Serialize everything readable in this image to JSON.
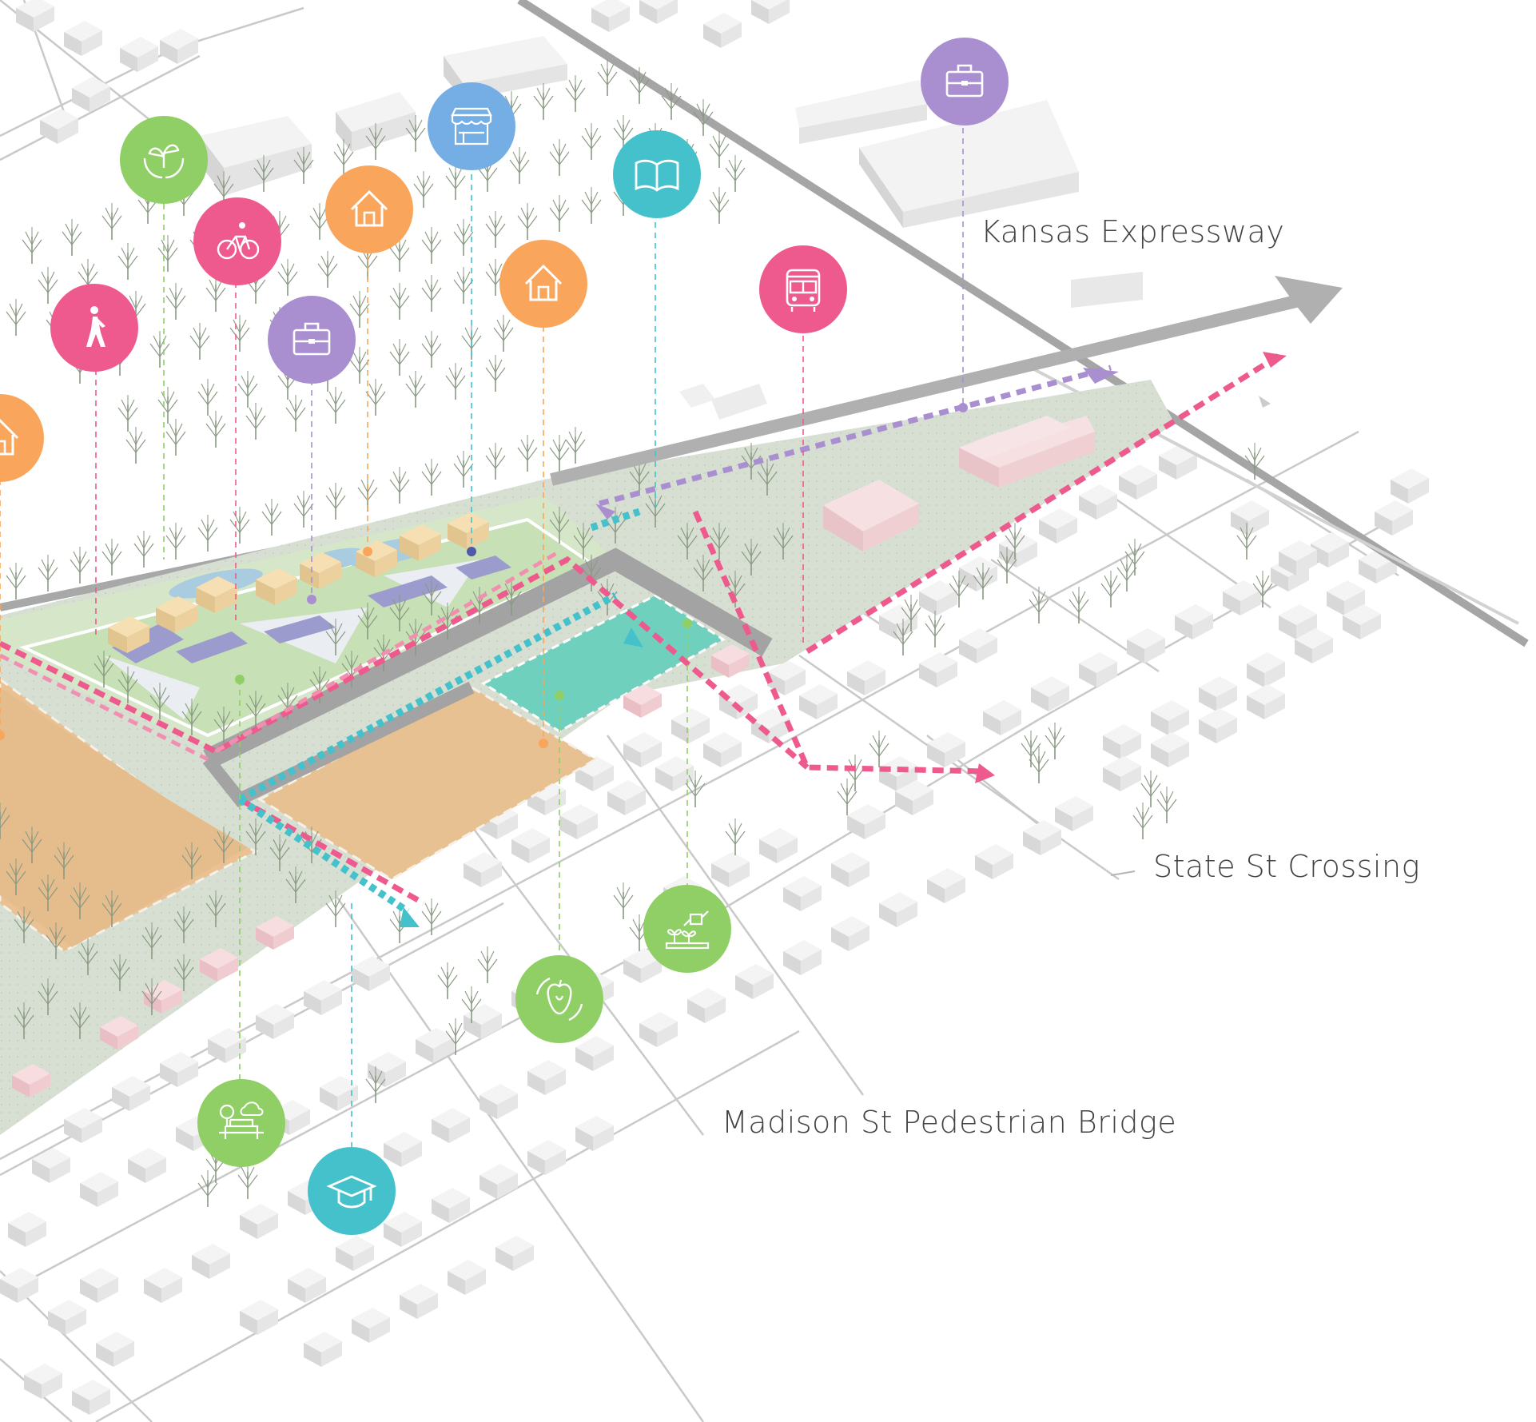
{
  "labels": {
    "kansas": "Kansas Expressway",
    "state": "State St Crossing",
    "madison": "Madison St Pedestrian Bridge"
  },
  "colors": {
    "pink": "#ee5a8e",
    "green": "#8fcf66",
    "orange": "#f9a55b",
    "purple": "#a98fd0",
    "blue": "#74aee5",
    "teal": "#45c1cc",
    "road": "#9b9b9b",
    "parcel_orange": "#e8c193",
    "park_green": "#c6dfb7",
    "site_grey": "#d6dfd2",
    "water_teal": "#6fd1c0"
  },
  "icons": [
    {
      "name": "walk-icon",
      "color": "pink"
    },
    {
      "name": "plant-hands-icon",
      "color": "green"
    },
    {
      "name": "bicycle-icon",
      "color": "pink"
    },
    {
      "name": "briefcase-icon",
      "color": "purple"
    },
    {
      "name": "house-icon",
      "color": "orange"
    },
    {
      "name": "market-stall-icon",
      "color": "blue"
    },
    {
      "name": "house-icon",
      "color": "orange"
    },
    {
      "name": "book-icon",
      "color": "teal"
    },
    {
      "name": "bus-icon",
      "color": "pink"
    },
    {
      "name": "briefcase-icon",
      "color": "purple"
    },
    {
      "name": "house-icon",
      "color": "orange"
    },
    {
      "name": "watering-garden-icon",
      "color": "green"
    },
    {
      "name": "compost-apple-icon",
      "color": "green"
    },
    {
      "name": "park-bench-icon",
      "color": "green"
    },
    {
      "name": "graduation-cap-icon",
      "color": "teal"
    }
  ]
}
